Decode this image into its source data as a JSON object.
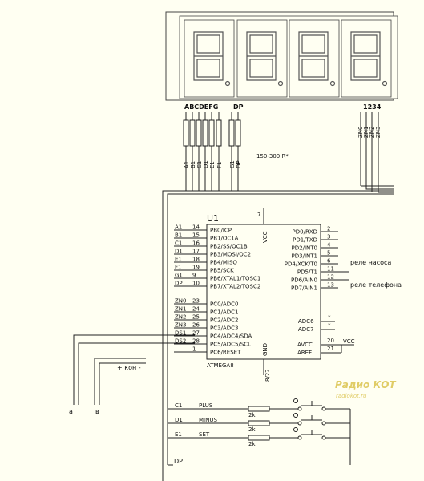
{
  "display": {
    "segment_header": "ABCDEFG",
    "dp_header": "DP",
    "digit_header": "1234",
    "segment_lines": [
      "A1",
      "B1",
      "C1",
      "D1",
      "E1",
      "F1",
      "G1",
      "DP"
    ],
    "digit_lines": [
      "ZN0",
      "ZN1",
      "ZN2",
      "ZN3"
    ],
    "resistor_note": "150-300 R*"
  },
  "mcu": {
    "ref": "U1",
    "part": "ATMEGA8",
    "vcc_top": "VCC",
    "gnd_bottom": "GND",
    "pin_top": "7",
    "pin_bottom": "8/22",
    "left_pins": [
      {
        "net": "A1",
        "num": "14",
        "name": "PB0/ICP"
      },
      {
        "net": "B1",
        "num": "15",
        "name": "PB1/OC1A"
      },
      {
        "net": "C1",
        "num": "16",
        "name": "PB2/SS/OC1B"
      },
      {
        "net": "D1",
        "num": "17",
        "name": "PB3/MOSI/OC2"
      },
      {
        "net": "E1",
        "num": "18",
        "name": "PB4/MISO"
      },
      {
        "net": "F1",
        "num": "19",
        "name": "PB5/SCK"
      },
      {
        "net": "G1",
        "num": "9",
        "name": "PB6/XTAL1/TOSC1"
      },
      {
        "net": "DP",
        "num": "10",
        "name": "PB7/XTAL2/TOSC2"
      },
      {
        "net": "ZN0",
        "num": "23",
        "name": "PC0/ADC0"
      },
      {
        "net": "ZN1",
        "num": "24",
        "name": "PC1/ADC1"
      },
      {
        "net": "ZN2",
        "num": "25",
        "name": "PC2/ADC2"
      },
      {
        "net": "ZN3",
        "num": "26",
        "name": "PC3/ADC3"
      },
      {
        "net": "DS1",
        "num": "27",
        "name": "PC4/ADC4/SDA"
      },
      {
        "net": "DS2",
        "num": "28",
        "name": "PC5/ADC5/SCL"
      },
      {
        "net": "",
        "num": "1",
        "name": "PC6/RESET"
      }
    ],
    "right_pins": [
      {
        "num": "2",
        "name": "PD0/RXD"
      },
      {
        "num": "3",
        "name": "PD1/TXD"
      },
      {
        "num": "4",
        "name": "PD2/INT0"
      },
      {
        "num": "5",
        "name": "PD3/INT1"
      },
      {
        "num": "6",
        "name": "PD4/XCK/T0"
      },
      {
        "num": "11",
        "name": "PD5/T1"
      },
      {
        "num": "12",
        "name": "PD6/AIN0"
      },
      {
        "num": "13",
        "name": "PD7/AIN1"
      }
    ],
    "adc6": {
      "name": "ADC6",
      "mark": "*"
    },
    "adc7": {
      "name": "ADC7",
      "mark": "*"
    },
    "avcc": {
      "num": "20",
      "name": "AVCC"
    },
    "aref": {
      "num": "21",
      "name": "AREF"
    },
    "vcc_net": "VCC"
  },
  "outputs": {
    "relay_pump": "реле насоса",
    "relay_phone": "реле телефона"
  },
  "sensors": {
    "cable_label": "+ кон -",
    "left_label": "a",
    "right_label": "в"
  },
  "buttons": [
    {
      "net": "C1",
      "label": "PLUS",
      "resistor": "2k"
    },
    {
      "net": "D1",
      "label": "MINUS",
      "resistor": "2k"
    },
    {
      "net": "E1",
      "label": "SET",
      "resistor": "2k"
    }
  ],
  "dp_bottom": "DP",
  "logo": {
    "title": "Радио КОТ",
    "url": "radiokot.ru"
  }
}
